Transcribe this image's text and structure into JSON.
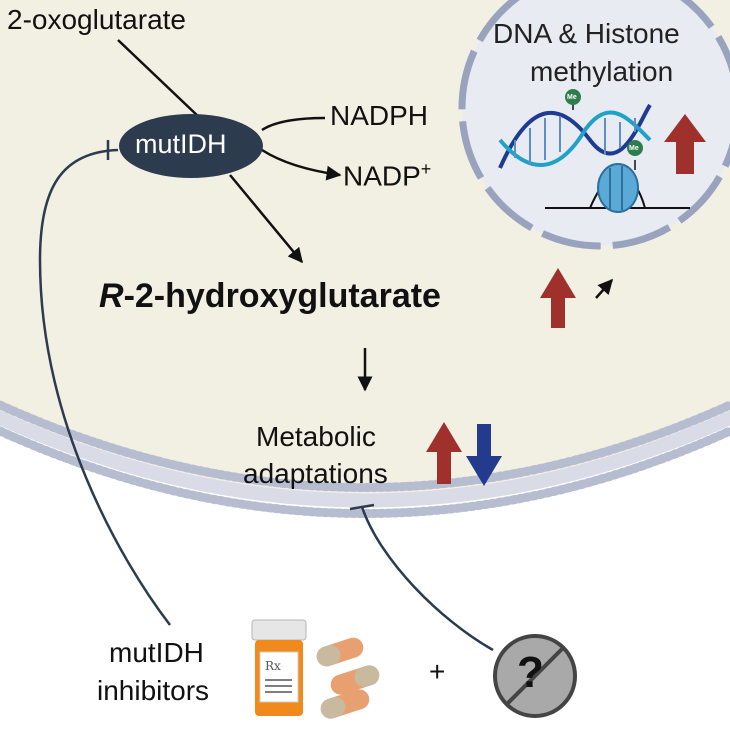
{
  "labels": {
    "substrate": "2-oxoglutarate",
    "enzyme": "mutIDH",
    "cofactor_in": "NADPH",
    "cofactor_out": "NADP",
    "cofactor_out_sup": "+",
    "nucleus_line1": "DNA & Histone",
    "nucleus_line2": "methylation",
    "product_prefix": "R",
    "product_rest": "-2-hydroxyglutarate",
    "metabolic_line1": "Metabolic",
    "metabolic_line2": "adaptations",
    "inhibitors_line1": "mutIDH",
    "inhibitors_line2": "inhibitors",
    "plus": "+",
    "unknown": "?",
    "methyl_tag": "Me",
    "rx_tag": "Rx"
  },
  "colors": {
    "cell_fill": "#f2efe3",
    "membrane": "#9aa3bd",
    "enzyme_fill": "#2d3b4f",
    "up_arrow": "#a0302c",
    "down_arrow": "#243a8c",
    "pill_bottle": "#f08a1c"
  },
  "icons": [
    "dna-helix-icon",
    "nucleosome-icon",
    "pill-bottle-icon",
    "capsules-icon",
    "no-symbol-icon"
  ]
}
